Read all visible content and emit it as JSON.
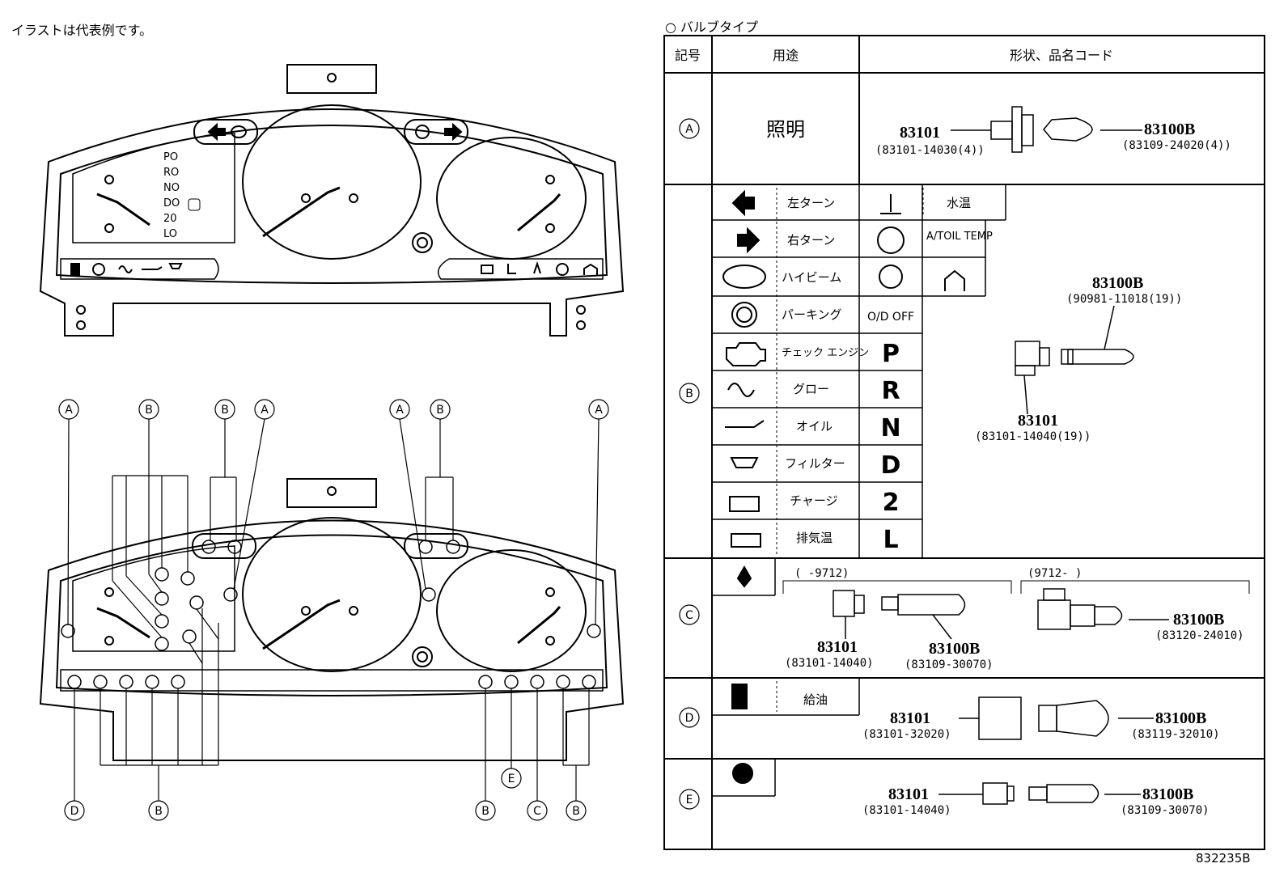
{
  "note": "イラストは代表例です。",
  "diagram_code": "832235B",
  "bulb_type_title": "○  バルブタイプ",
  "table": {
    "headers": {
      "symbol": "記号",
      "usage": "用途",
      "shape": "形状、品名コード"
    },
    "row_a": {
      "symbol": "A",
      "usage": "照明",
      "left_part": "83101",
      "left_code": "(83101-14030(4))",
      "right_part": "83100B",
      "right_code": "(83109-24020(4))"
    },
    "row_b": {
      "symbol": "B",
      "items": [
        {
          "icon": "left-turn-icon",
          "label": "左ターン"
        },
        {
          "icon": "right-turn-icon",
          "label": "右ターン"
        },
        {
          "icon": "high-beam-icon",
          "label": "ハイビーム"
        },
        {
          "icon": "parking-brake-icon",
          "label": "パーキング"
        },
        {
          "icon": "check-engine-icon",
          "label": "チェック エンジン"
        },
        {
          "icon": "glow-icon",
          "label": "グロー"
        },
        {
          "icon": "oil-icon",
          "label": "オイル"
        },
        {
          "icon": "filter-icon",
          "label": "フィルター"
        },
        {
          "icon": "charge-icon",
          "label": "チャージ"
        },
        {
          "icon": "exhaust-temp-icon",
          "label": "排気温"
        }
      ],
      "mid_items": [
        "",
        "",
        "",
        "O/D OFF",
        "P",
        "R",
        "N",
        "D",
        "2",
        "L"
      ],
      "extra": [
        {
          "icon": "water-temp-icon",
          "label": "水温"
        },
        {
          "icon": "abs-icon",
          "label": "A/TOIL TEMP"
        },
        {
          "icon": "slip-icon",
          "label": ""
        }
      ],
      "part_top": "83100B",
      "code_top": "(90981-11018(19))",
      "part_bottom": "83101",
      "code_bottom": "(83101-14040(19))"
    },
    "row_c": {
      "symbol": "C",
      "icon": "seatbelt-icon",
      "range_left": "(       -9712)",
      "range_right": "(9712-       )",
      "left_part_a": "83101",
      "left_code_a": "(83101-14040)",
      "left_part_b": "83100B",
      "left_code_b": "(83109-30070)",
      "right_part": "83100B",
      "right_code": "(83120-24010)"
    },
    "row_d": {
      "symbol": "D",
      "icon": "fuel-icon",
      "label": "給油",
      "left_part": "83101",
      "left_code": "(83101-32020)",
      "right_part": "83100B",
      "right_code": "(83119-32010)"
    },
    "row_e": {
      "symbol": "E",
      "icon": "airbag-icon",
      "left_part": "83101",
      "left_code": "(83101-14040)",
      "right_part": "83100B",
      "right_code": "(83109-30070)"
    }
  },
  "gear_labels": [
    "PO",
    "RO",
    "NO",
    "DO",
    "20",
    "LO"
  ],
  "callouts_top": [
    "A",
    "B",
    "B",
    "A",
    "A",
    "B",
    "A"
  ],
  "callouts_bottom": [
    "D",
    "B",
    "B",
    "E",
    "C",
    "B"
  ]
}
